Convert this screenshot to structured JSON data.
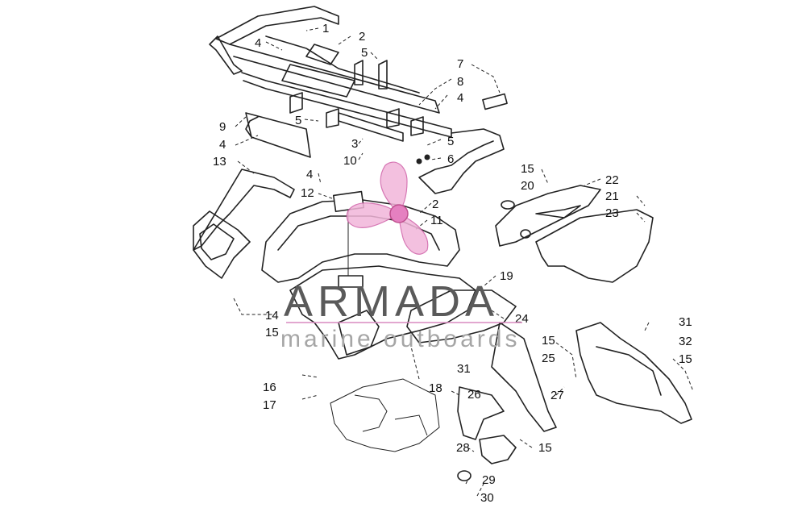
{
  "watermark": {
    "brand": "ARMADA",
    "tagline": "marine outboards",
    "colors": {
      "brand_text": "#5a5a5a",
      "tagline_text": "#a6a6a6",
      "accent": "#d060a8"
    }
  },
  "callouts": [
    "1",
    "2",
    "4",
    "5",
    "7",
    "8",
    "4",
    "9",
    "5",
    "4",
    "3",
    "5",
    "10",
    "6",
    "4",
    "13",
    "12",
    "15",
    "20",
    "22",
    "21",
    "23",
    "2",
    "11",
    "19",
    "14",
    "15",
    "24",
    "31",
    "32",
    "15",
    "15",
    "25",
    "31",
    "27",
    "16",
    "17",
    "18",
    "26",
    "28",
    "15",
    "29",
    "30"
  ]
}
